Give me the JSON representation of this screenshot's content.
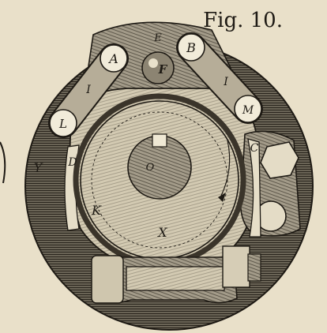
{
  "figure": {
    "caption": "Fig. 10.",
    "labels": {
      "A": "A",
      "B": "B",
      "E": "E",
      "F": "F",
      "I_left": "I",
      "I_right": "I",
      "L": "L",
      "M": "M",
      "C": "C",
      "D": "D",
      "Y": "Y",
      "O": "O",
      "K": "K",
      "X": "X"
    }
  },
  "colors": {
    "paper": "#e9e0c9",
    "ink": "#1e1a14",
    "shade": "#5d574b",
    "mid": "#9d9585",
    "light": "#d8cfb8"
  }
}
